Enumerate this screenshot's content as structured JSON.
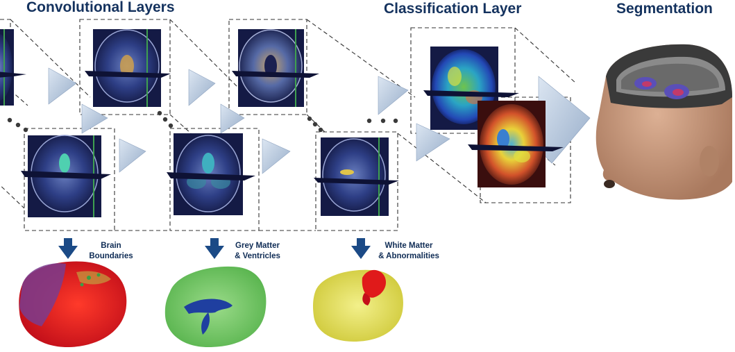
{
  "titles": {
    "convolutional": "Convolutional Layers",
    "classification": "Classification Layer",
    "segmentation": "Segmentation"
  },
  "outputs": [
    {
      "line1": "Brain",
      "line2": "Boundaries"
    },
    {
      "line1": "Grey Matter",
      "line2": "& Ventricles"
    },
    {
      "line1": "White Matter",
      "line2": "& Abnormalities"
    }
  ],
  "colors": {
    "title": "#14325e",
    "arrow": "#1b4a86",
    "mri_bg": "#141a45",
    "pyramid": "#b9cbe2",
    "boundary_mesh": "#e01a1a",
    "grey_matter_mesh": "#5bbf4a",
    "ventricle_mesh": "#1f3fa0",
    "white_matter_mesh": "#e8e34a",
    "abnormality_mesh": "#e01a1a",
    "head_skin": "#c99a7c"
  },
  "icons": [
    "down-arrow-icon",
    "pyramid-connector-icon",
    "ellipsis-dots-icon"
  ]
}
